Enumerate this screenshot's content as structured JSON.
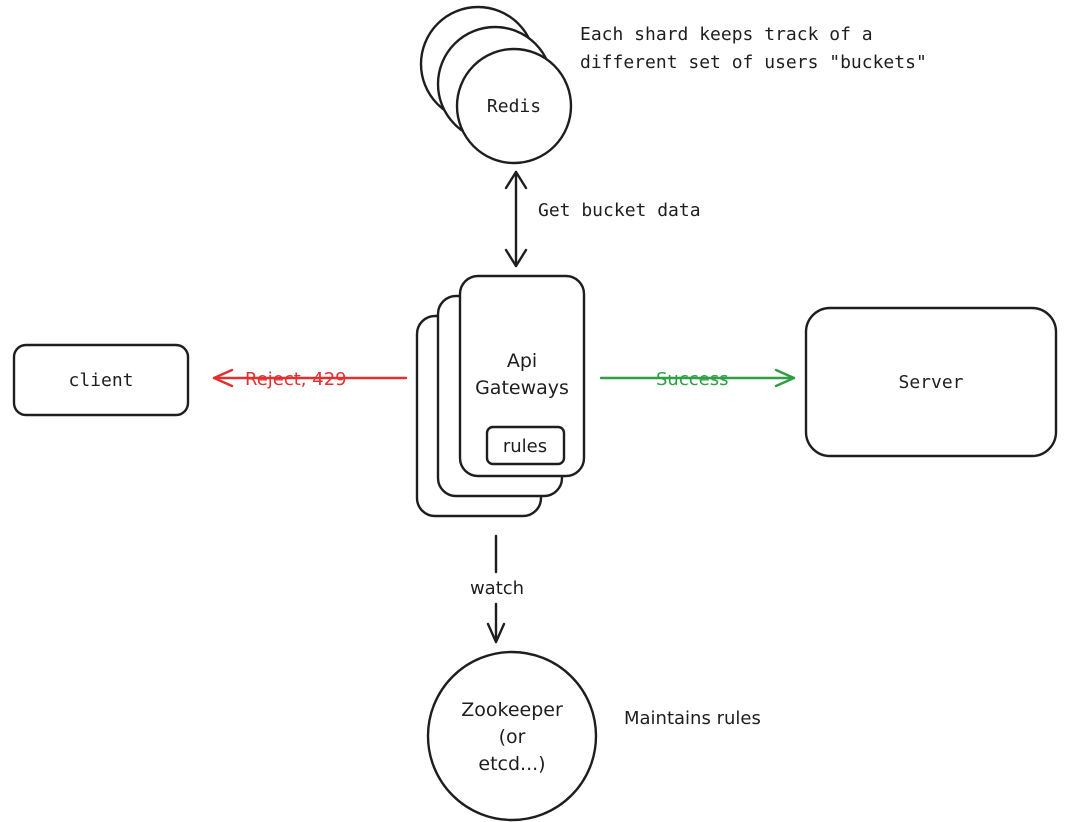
{
  "nodes": {
    "redis": {
      "label": "Redis"
    },
    "client": {
      "label": "client"
    },
    "api_gateways": {
      "line1": "Api",
      "line2": "Gateways",
      "rules_label": "rules"
    },
    "server": {
      "label": "Server"
    },
    "zookeeper": {
      "line1": "Zookeeper",
      "line2": "(or",
      "line3": "etcd...)"
    }
  },
  "edges": {
    "redis_gateway": {
      "label": "Get bucket data"
    },
    "gateway_client": {
      "label": "Reject, 429",
      "color": "#e03131"
    },
    "gateway_server": {
      "label": "Success",
      "color": "#2f9e44"
    },
    "gateway_zookeeper": {
      "label": "watch"
    }
  },
  "notes": {
    "redis_note_line1": "Each shard keeps track of a",
    "redis_note_line2": "different set of users \"buckets\"",
    "zookeeper_note": "Maintains rules"
  }
}
